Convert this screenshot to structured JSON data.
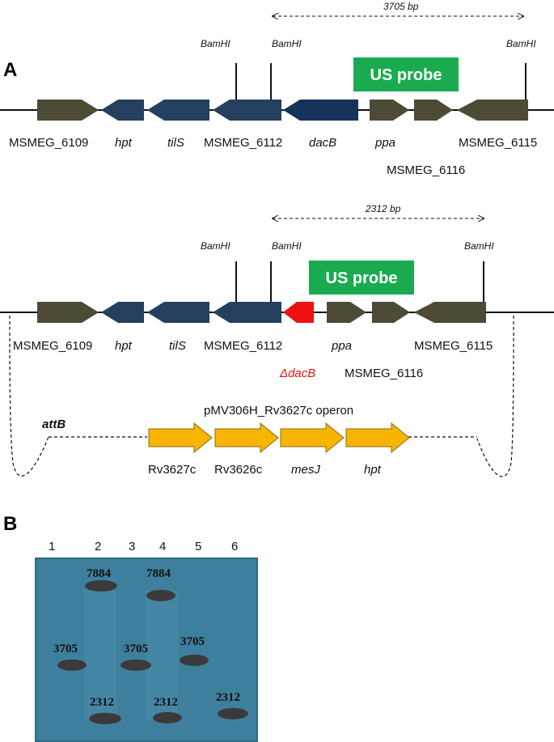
{
  "panel_a": {
    "label": "A",
    "construct1": {
      "size_label": "3705 bp",
      "bamhi_labels": [
        "BamHI",
        "BamHI",
        "BamHI"
      ],
      "probe_label": "US probe",
      "genes": [
        "MSMEG_6109",
        "hpt",
        "tilS",
        "MSMEG_6112",
        "dacB",
        "ppa",
        "MSMEG_6116",
        "MSMEG_6115"
      ]
    },
    "construct2": {
      "size_label": "2312 bp",
      "bamhi_labels": [
        "BamHI",
        "BamHI",
        "BamHI"
      ],
      "probe_label": "US probe",
      "genes": [
        "MSMEG_6109",
        "hpt",
        "tilS",
        "MSMEG_6112",
        "ΔdacB",
        "ppa",
        "MSMEG_6116",
        "MSMEG_6115"
      ],
      "attb_label": "attB",
      "operon_title": "pMV306H_Rv3627c operon",
      "operon_genes": [
        "Rv3627c",
        "Rv3626c",
        "mesJ",
        "hpt"
      ]
    }
  },
  "panel_b": {
    "label": "B",
    "lanes": [
      "1",
      "2",
      "3",
      "4",
      "5",
      "6"
    ],
    "bands": [
      "7884",
      "7884",
      "3705",
      "3705",
      "3705",
      "2312",
      "2312",
      "2312"
    ]
  },
  "colors": {
    "olive_gene": "#4d4a36",
    "navy_gene": "#24405e",
    "dark_navy_gene": "#16335a",
    "deleted_gene": "#ee1111",
    "operon_gene": "#f7b500",
    "probe": "#1aab50",
    "blot": "#3f7f9e"
  }
}
